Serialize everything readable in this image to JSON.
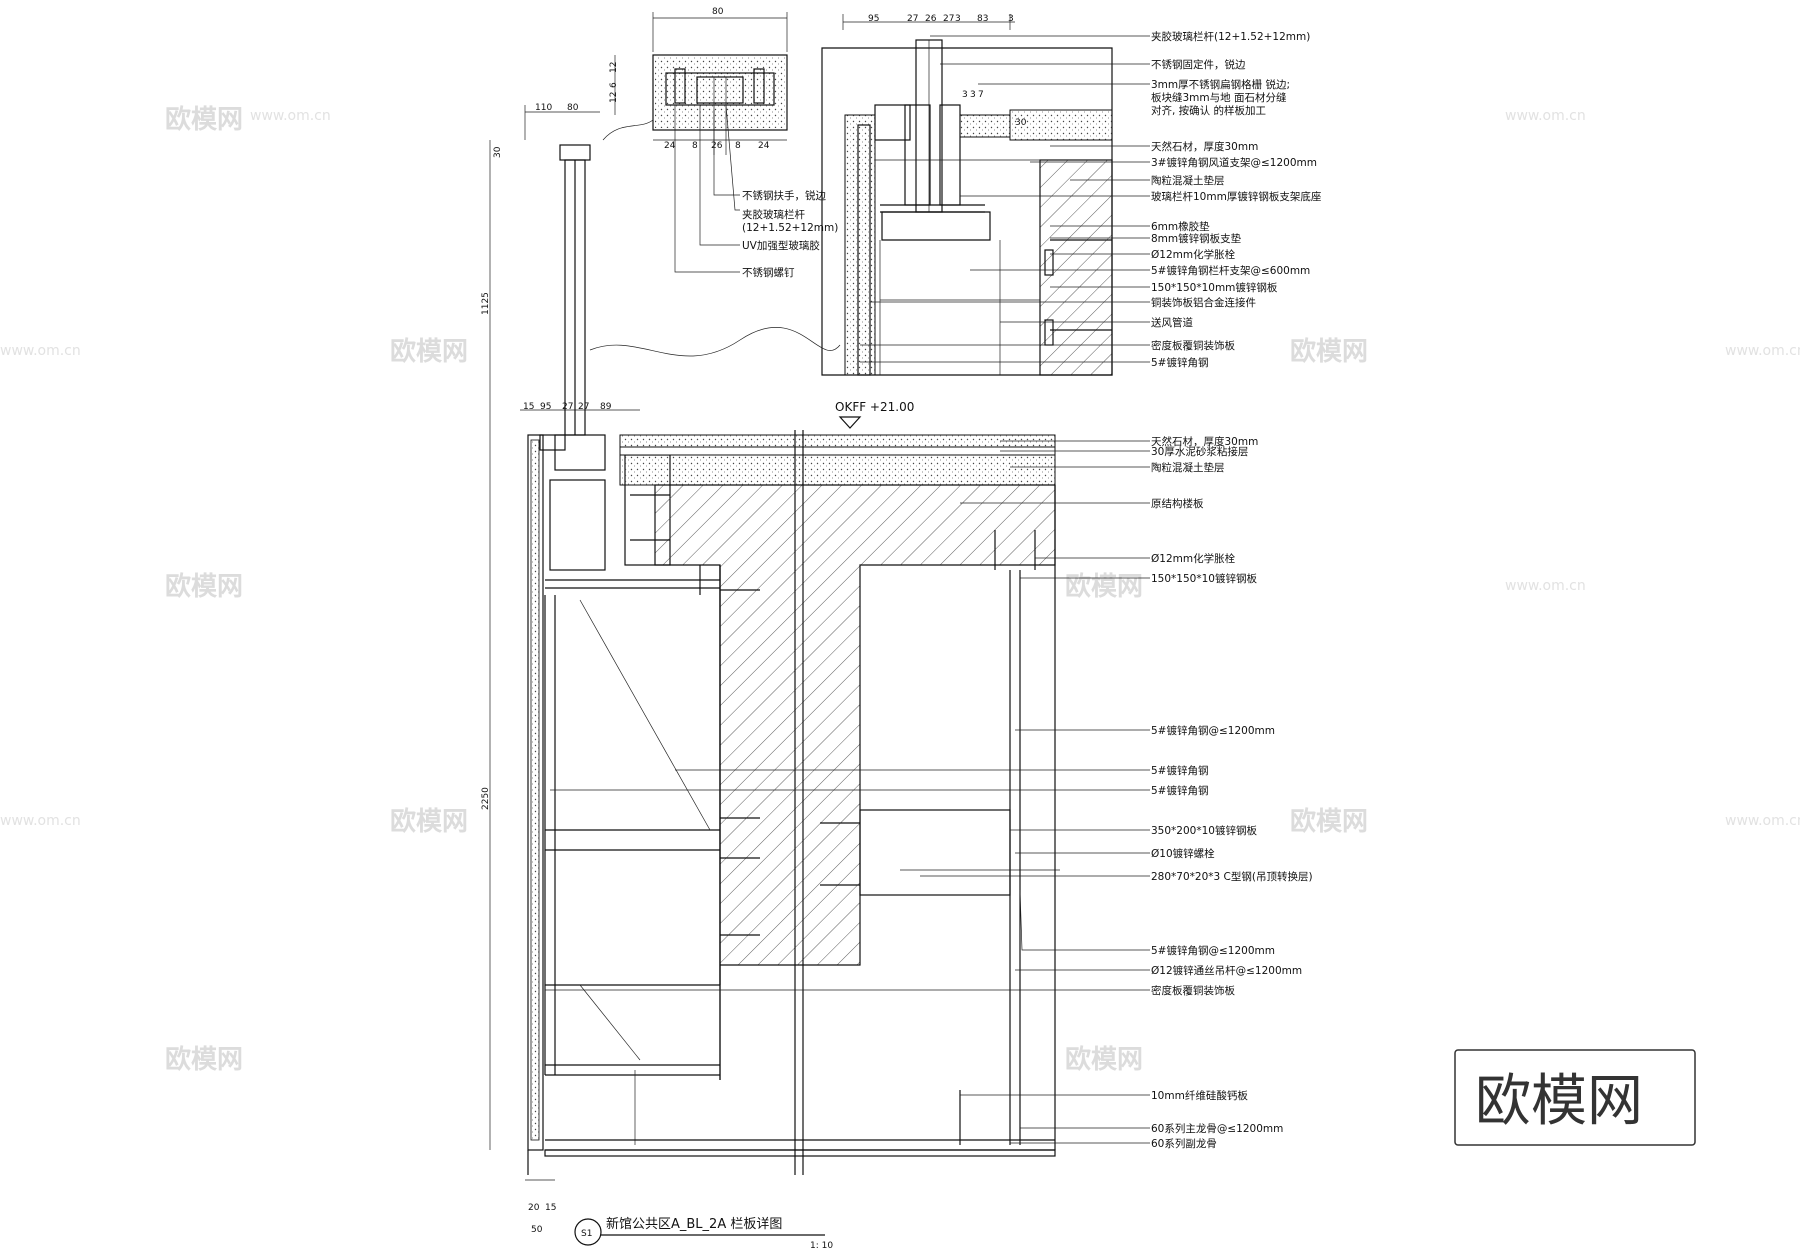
{
  "drawing": {
    "title": "新馆公共区A_BL_2A 栏板详图",
    "scale": "1: 10",
    "detail_tag": "S1",
    "level_mark": "OKFF +21.00"
  },
  "brand": {
    "logo_text": "欧模网",
    "watermark_text": "欧模网",
    "watermark_url": "www.om.cn"
  },
  "top_detail_dims": [
    "80",
    "24",
    "8",
    "26",
    "8",
    "24",
    "12",
    "6",
    "12"
  ],
  "left_dims": [
    "110",
    "80",
    "30",
    "1125",
    "2250",
    "15",
    "95",
    "27",
    "27",
    "89",
    "20",
    "15",
    "50"
  ],
  "right_top_dims": [
    "95",
    "27",
    "26",
    "27",
    "3",
    "83",
    "3",
    "3",
    "3",
    "7",
    "30"
  ],
  "handrail_notes": [
    "不锈钢扶手，锐边",
    "夹胶玻璃栏杆",
    "(12+1.52+12mm)",
    "UV加强型玻璃胶",
    "不锈钢螺钉"
  ],
  "upper_notes": [
    "夹胶玻璃栏杆(12+1.52+12mm)",
    "不锈钢固定件，锐边",
    "3mm厚不锈钢扁钢格栅 锐边;",
    "板块缝3mm与地 面石材分缝",
    "对齐, 按确认 的样板加工",
    "天然石材，厚度30mm",
    "3#镀锌角钢风道支架@≤1200mm",
    "陶粒混凝土垫层",
    "玻璃栏杆10mm厚镀锌钢板支架底座",
    "6mm橡胶垫",
    "8mm镀锌钢板支垫",
    "Ø12mm化学胀栓",
    "5#镀锌角钢栏杆支架@≤600mm",
    "150*150*10mm镀锌钢板",
    "铜装饰板铝合金连接件",
    "送风管道",
    "密度板覆铜装饰板",
    "5#镀锌角钢"
  ],
  "lower_notes": [
    "天然石材，厚度30mm",
    "30厚水泥砂浆粘接层",
    "陶粒混凝土垫层",
    "原结构楼板",
    "Ø12mm化学胀栓",
    "150*150*10镀锌钢板",
    "5#镀锌角钢@≤1200mm",
    "5#镀锌角钢",
    "5#镀锌角钢",
    "350*200*10镀锌钢板",
    "Ø10镀锌螺栓",
    "280*70*20*3 C型钢(吊顶转换层)",
    "5#镀锌角钢@≤1200mm",
    "Ø12镀锌通丝吊杆@≤1200mm",
    "密度板覆铜装饰板",
    "10mm纤维硅酸钙板",
    "60系列主龙骨@≤1200mm",
    "60系列副龙骨"
  ]
}
